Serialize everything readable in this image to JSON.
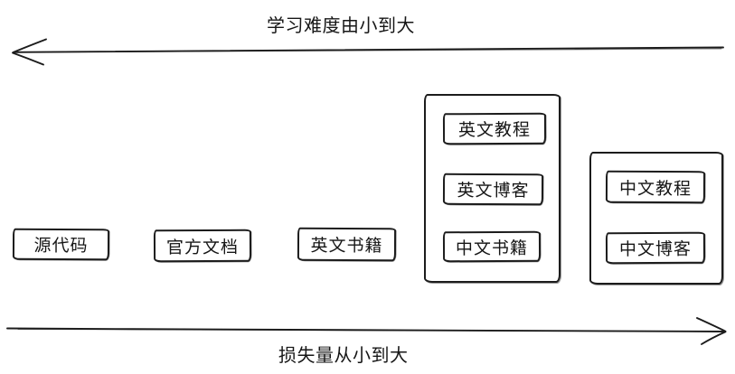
{
  "axes": {
    "top": {
      "label": "学习难度由小到大",
      "direction": "left"
    },
    "bottom": {
      "label": "损失量从小到大",
      "direction": "right"
    }
  },
  "nodes": [
    {
      "label": "源代码"
    },
    {
      "label": "官方文档"
    },
    {
      "label": "英文书籍"
    }
  ],
  "groups": [
    {
      "items": [
        "英文教程",
        "英文博客",
        "中文书籍"
      ]
    },
    {
      "items": [
        "中文教程",
        "中文博客"
      ]
    }
  ],
  "colors": {
    "stroke": "#1c1c1c",
    "text": "#161616",
    "background": "#ffffff"
  }
}
